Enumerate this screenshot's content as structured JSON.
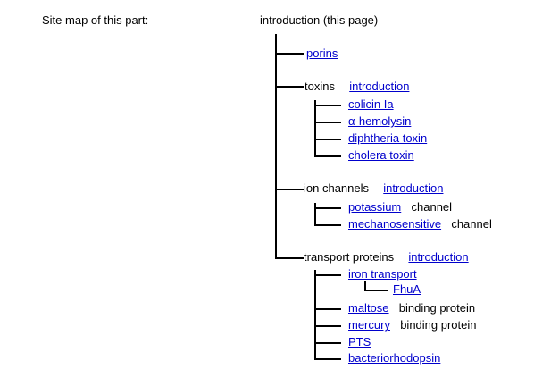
{
  "page": {
    "caption": "Site map of this part:",
    "link_color": "#0000cc",
    "text_color": "#000000",
    "background": "#ffffff"
  },
  "tree": {
    "root_label": "introduction (this page)",
    "nodes": {
      "porins": {
        "link": "porins"
      },
      "toxins": {
        "label": "toxins",
        "link": "introduction"
      },
      "colicin": {
        "link": "colicin Ia"
      },
      "hemolysin": {
        "link": "α-hemolysin"
      },
      "diphtheria": {
        "link": "diphtheria toxin"
      },
      "cholera": {
        "link": "cholera toxin"
      },
      "ion_channels": {
        "label": "ion channels",
        "link": "introduction"
      },
      "potassium": {
        "link": "potassium",
        "suffix": "channel"
      },
      "mechanosensitive": {
        "link": "mechanosensitive",
        "suffix": "channel"
      },
      "transport_proteins": {
        "label": "transport proteins",
        "link": "introduction"
      },
      "iron_transport": {
        "link": "iron transport"
      },
      "fhua": {
        "link": "FhuA"
      },
      "maltose": {
        "link": "maltose",
        "suffix": "binding protein"
      },
      "mercury": {
        "link": "mercury",
        "suffix": "binding protein"
      },
      "pts": {
        "link": "PTS"
      },
      "bacteriorhodopsin": {
        "link": "bacteriorhodopsin"
      }
    }
  }
}
